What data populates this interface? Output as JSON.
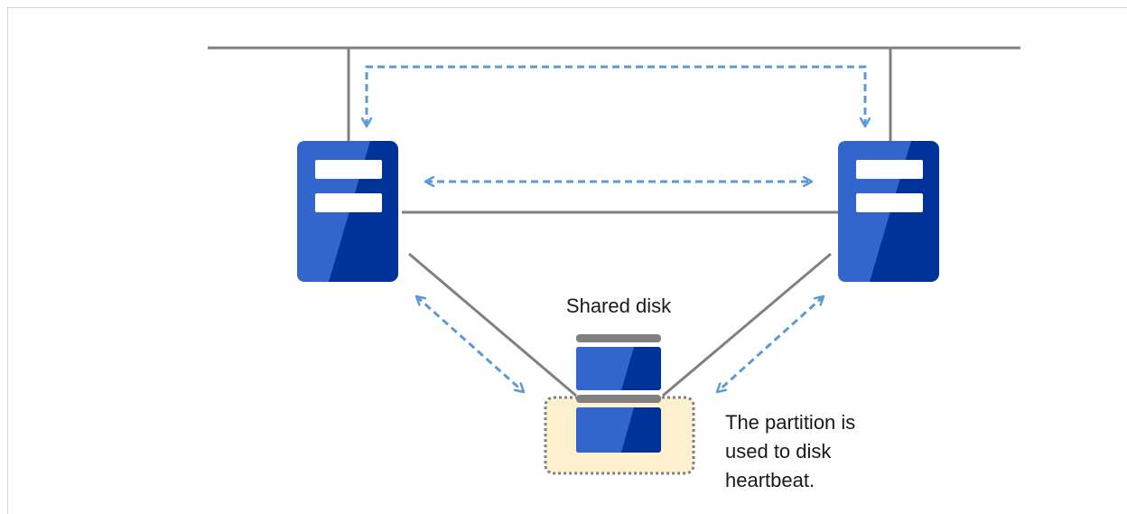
{
  "diagram": {
    "shared_disk_label": "Shared disk",
    "partition_note_lines": [
      "The partition is",
      "used to disk",
      "heartbeat."
    ]
  },
  "colors": {
    "server_dark": "#003399",
    "server_light": "#3366cc",
    "line": "#808080",
    "arrow": "#5b9bd5",
    "partition_highlight": "#fdf0cf"
  }
}
